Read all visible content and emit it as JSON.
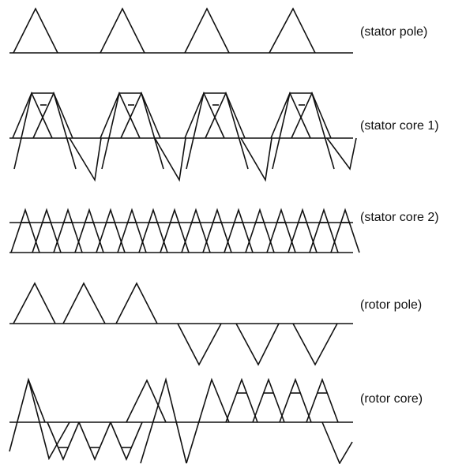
{
  "waveforms": [
    {
      "label": "(stator pole)"
    },
    {
      "label": "(stator core 1)"
    },
    {
      "label": "(stator core 2)"
    },
    {
      "label": "(rotor pole)"
    },
    {
      "label": "(rotor core)"
    }
  ]
}
